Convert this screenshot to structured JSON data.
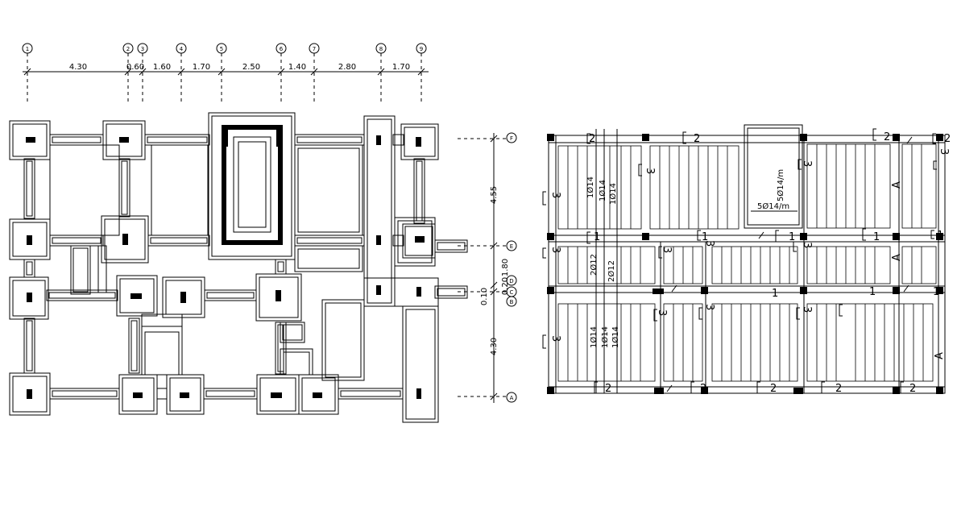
{
  "foundation_plan": {
    "axes_top": [
      "1",
      "2",
      "3",
      "4",
      "5",
      "6",
      "7",
      "8",
      "9"
    ],
    "spans_top": [
      "4.30",
      "0.60",
      "1.60",
      "1.70",
      "2.50",
      "1.40",
      "2.80",
      "1.70"
    ],
    "axes_right": [
      "F",
      "E",
      "D",
      "C",
      "B",
      "A"
    ],
    "dims_right": [
      "4.55",
      "1.80",
      "0.20",
      "0.10",
      "4.30"
    ]
  },
  "slab_plan": {
    "rebar_labels": {
      "r1": "1Ø14",
      "r2": "1Ø14",
      "r3": "1Ø14",
      "r4": "2Ø12",
      "r5": "2Ø12",
      "r6": "1Ø14",
      "r7": "1Ø14",
      "r8": "1Ø14",
      "r9": "5Ø14/m",
      "r10": "5Ø14/m"
    },
    "marks": {
      "m1": "2",
      "m2": "2",
      "m3": "2",
      "m4": "2",
      "m5": "3",
      "m6": "3",
      "m7": "3",
      "m8": "3",
      "m9": "A",
      "m10": "A",
      "m11": "A",
      "m12": "1",
      "m13": "1",
      "m14": "1",
      "m15": "1",
      "m16": "1",
      "m17": "3",
      "m18": "3",
      "m19": "3",
      "m20": "3",
      "m21": "3",
      "m22": "3",
      "m23": "1",
      "m24": "1",
      "m25": "1",
      "m26": "2",
      "m27": "2",
      "m28": "2",
      "m29": "2",
      "m30": "2",
      "m31": "3",
      "m32": "3"
    }
  }
}
